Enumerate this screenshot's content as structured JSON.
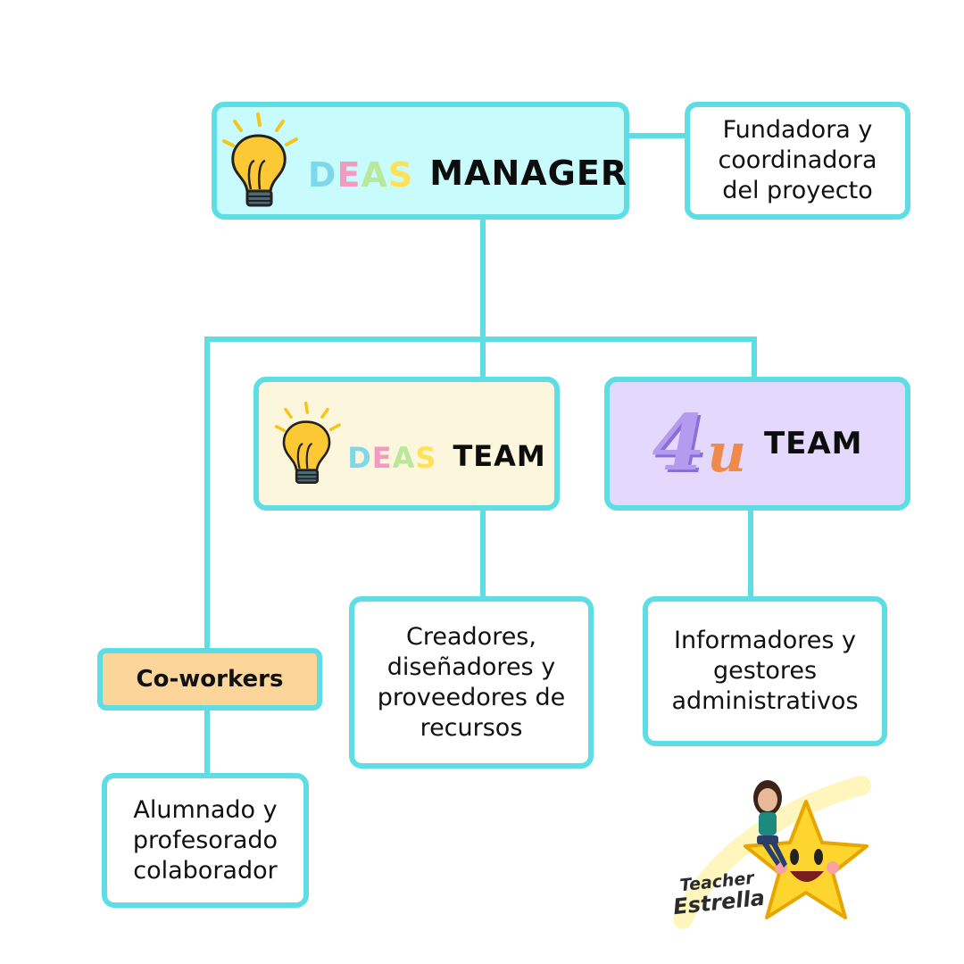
{
  "colors": {
    "connector": "#5fdde5",
    "manager_bg": "#c8fbfb",
    "ideas_team_bg": "#fcf6dc",
    "four_u_team_bg": "#e4d9fd",
    "coworkers_bg": "#fcd59b",
    "deas_letters": [
      "#7fd8ea",
      "#f49ac2",
      "#b9e89a",
      "#fde15a"
    ]
  },
  "manager": {
    "letters": [
      "D",
      "E",
      "A",
      "S"
    ],
    "word": "MANAGER",
    "description": [
      "Fundadora y",
      "coordinadora",
      "del proyecto"
    ]
  },
  "ideas_team": {
    "letters": [
      "D",
      "E",
      "A",
      "S"
    ],
    "word": "TEAM",
    "description": [
      "Creadores,",
      "diseñadores y",
      "proveedores de",
      "recursos"
    ]
  },
  "four_u_team": {
    "number": "4",
    "letter": "u",
    "word": "TEAM",
    "description": [
      "Informadores y",
      "gestores",
      "administrativos"
    ]
  },
  "coworkers": {
    "label": "Co-workers",
    "description": [
      "Alumnado y",
      "profesorado",
      "colaborador"
    ]
  },
  "logo": {
    "line1": "Teacher",
    "line2": "Estrella"
  },
  "icons": [
    "lightbulb-icon",
    "star-mascot-icon",
    "avatar"
  ]
}
